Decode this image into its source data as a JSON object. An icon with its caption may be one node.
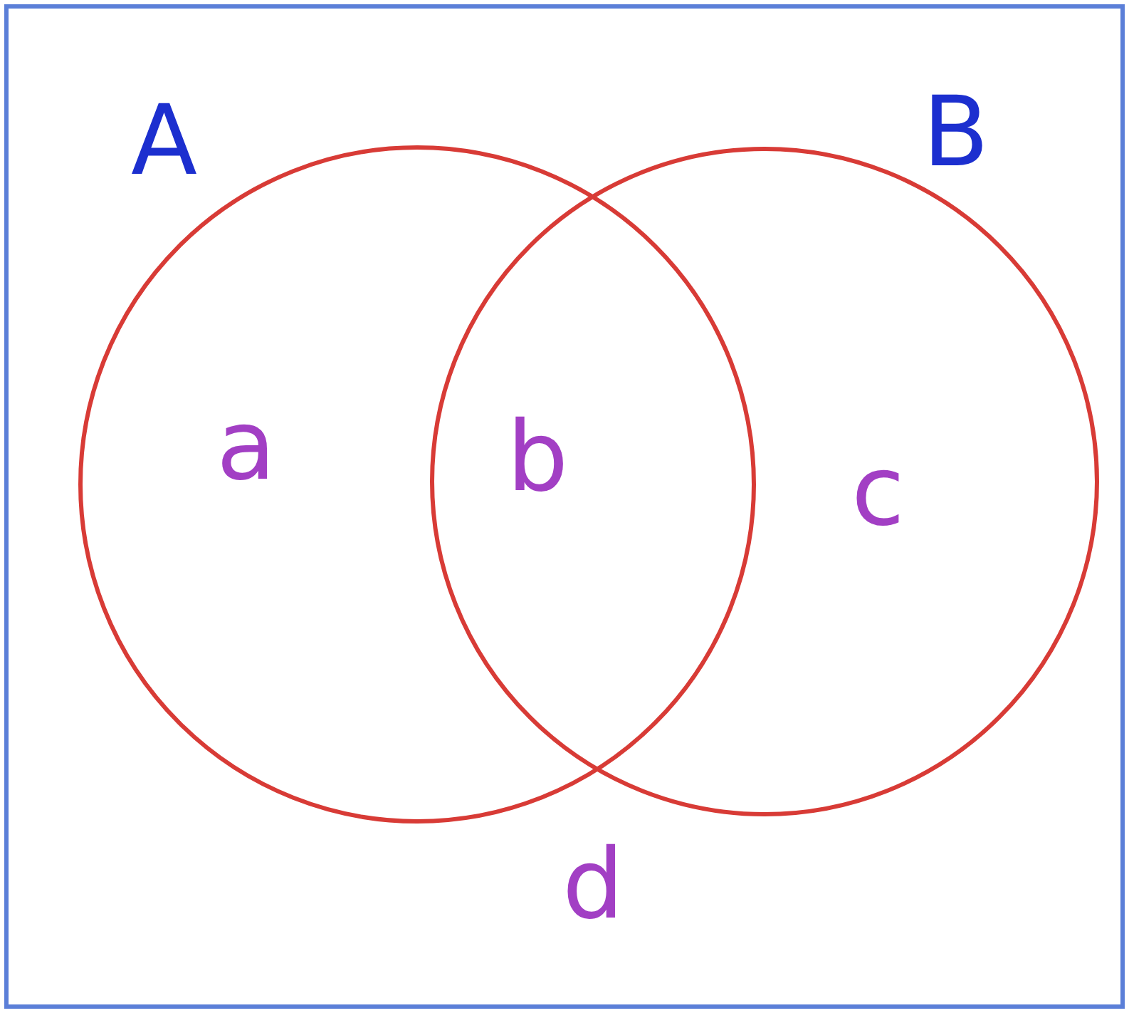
{
  "diagram": {
    "nodes": [
      {
        "text": [
          "d"
        ]
      },
      {
        "text": [
          "A",
          "a"
        ],
        "in": 0
      },
      {
        "text": [
          "B",
          "c"
        ],
        "in": 0
      }
    ],
    "labels": [
      "b"
    ]
  }
}
